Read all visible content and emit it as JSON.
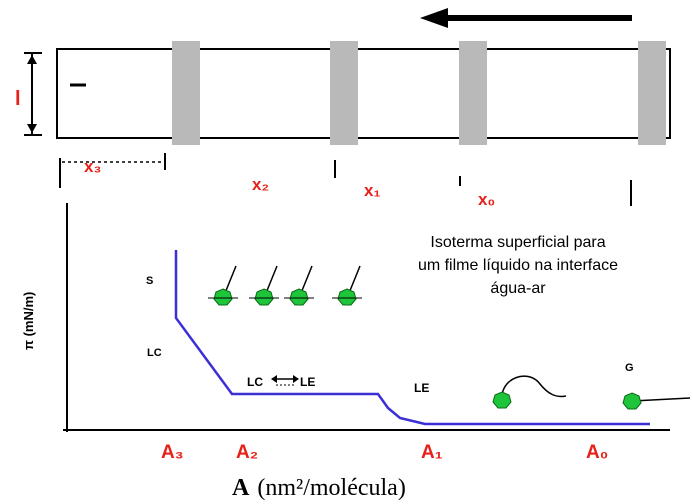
{
  "trough": {
    "width_label": "l",
    "positions": [
      "x₃",
      "x₂",
      "x₁",
      "x₀"
    ]
  },
  "graph": {
    "y_axis_label": "π  (mN/m)",
    "x_axis_label_main": "A",
    "x_axis_label_units": "(nm²/molécula)",
    "area_ticks": [
      "A₃",
      "A₂",
      "A₁",
      "A₀"
    ],
    "phase_labels": {
      "solid": "S",
      "liquid_condensed": "LC",
      "coexistence_lc": "LC",
      "coexistence_le": "LE",
      "liquid_expanded": "LE",
      "gas": "G"
    },
    "title_lines": [
      "Isoterma superficial para",
      "um filme líquido na interface",
      "água-ar"
    ]
  },
  "colors": {
    "accent_red": "#e8201a",
    "curve_blue": "#3b2fd6",
    "molecule_green": "#1ec43a",
    "barrier_gray": "#b9b9b9"
  }
}
